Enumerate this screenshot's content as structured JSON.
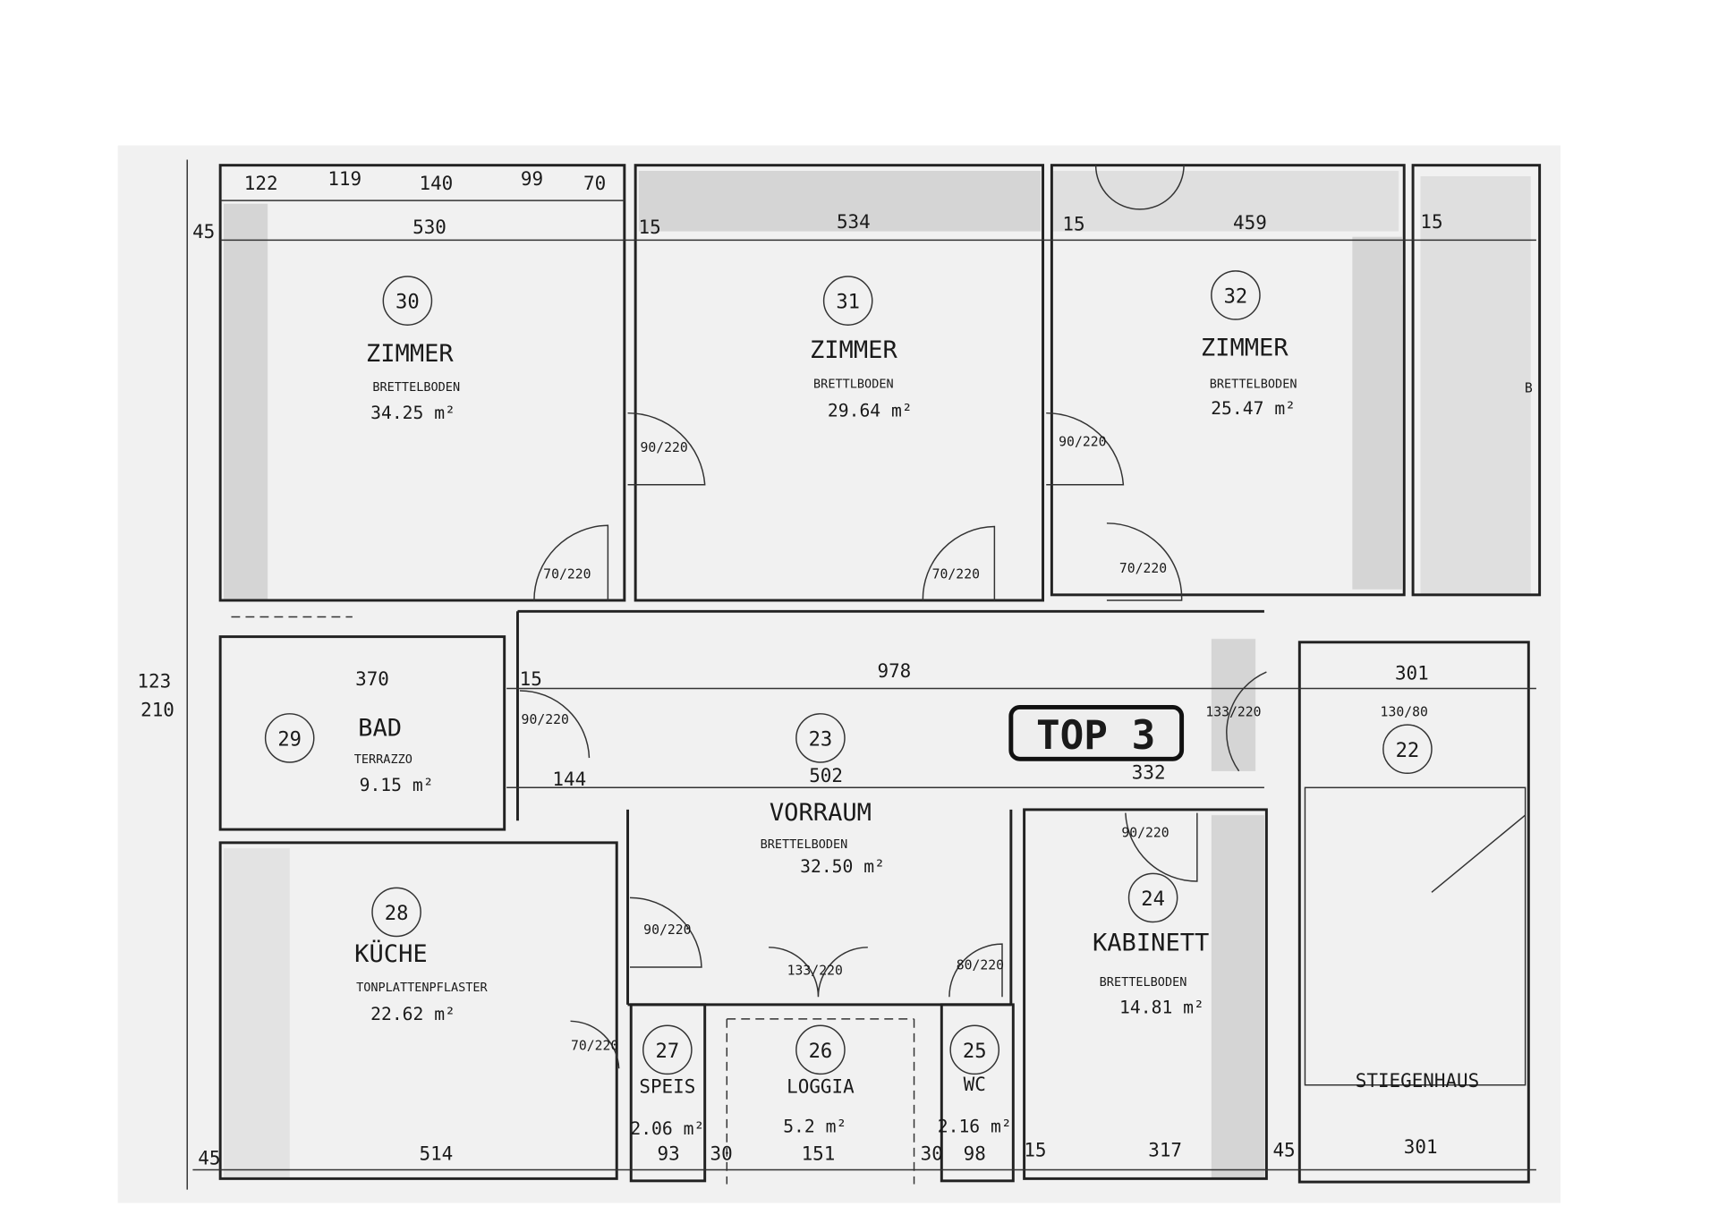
{
  "plan_label": "TOP 3",
  "side_mark": "B",
  "rooms": [
    {
      "number": "30",
      "name": "ZIMMER",
      "floor": "BRETTELBODEN",
      "area": "34.25 m²"
    },
    {
      "number": "31",
      "name": "ZIMMER",
      "floor": "BRETTLBODEN",
      "area": "29.64 m²"
    },
    {
      "number": "32",
      "name": "ZIMMER",
      "floor": "BRETTELBODEN",
      "area": "25.47 m²"
    },
    {
      "number": "29",
      "name": "BAD",
      "floor": "TERRAZZO",
      "area": "9.15 m²"
    },
    {
      "number": "23",
      "name": "VORRAUM",
      "floor": "BRETTELBODEN",
      "area": "32.50 m²"
    },
    {
      "number": "28",
      "name": "KÜCHE",
      "floor": "TONPLATTENPFLASTER",
      "area": "22.62 m²"
    },
    {
      "number": "24",
      "name": "KABINETT",
      "floor": "BRETTELBODEN",
      "area": "14.81 m²"
    },
    {
      "number": "27",
      "name": "SPEIS",
      "floor": "",
      "area": "2.06 m²"
    },
    {
      "number": "26",
      "name": "LOGGIA",
      "floor": "",
      "area": "5.2 m²"
    },
    {
      "number": "25",
      "name": "WC",
      "floor": "",
      "area": "2.16 m²"
    },
    {
      "number": "22",
      "name": "STIEGENHAUS",
      "floor": "",
      "area": ""
    }
  ],
  "dimensions": [
    "122",
    "119",
    "140",
    "99",
    "70",
    "530",
    "534",
    "459",
    "45",
    "15",
    "15",
    "15",
    "370",
    "978",
    "301",
    "502",
    "332",
    "144",
    "514",
    "317",
    "45",
    "45",
    "93",
    "151",
    "98",
    "301",
    "123",
    "210",
    "15",
    "30",
    "30",
    "15"
  ],
  "doors": [
    "90/220",
    "90/220",
    "70/220",
    "70/220",
    "70/220",
    "90/220",
    "133/220",
    "90/220",
    "70/220",
    "133/220",
    "80/220",
    "90/220",
    "130/80"
  ]
}
